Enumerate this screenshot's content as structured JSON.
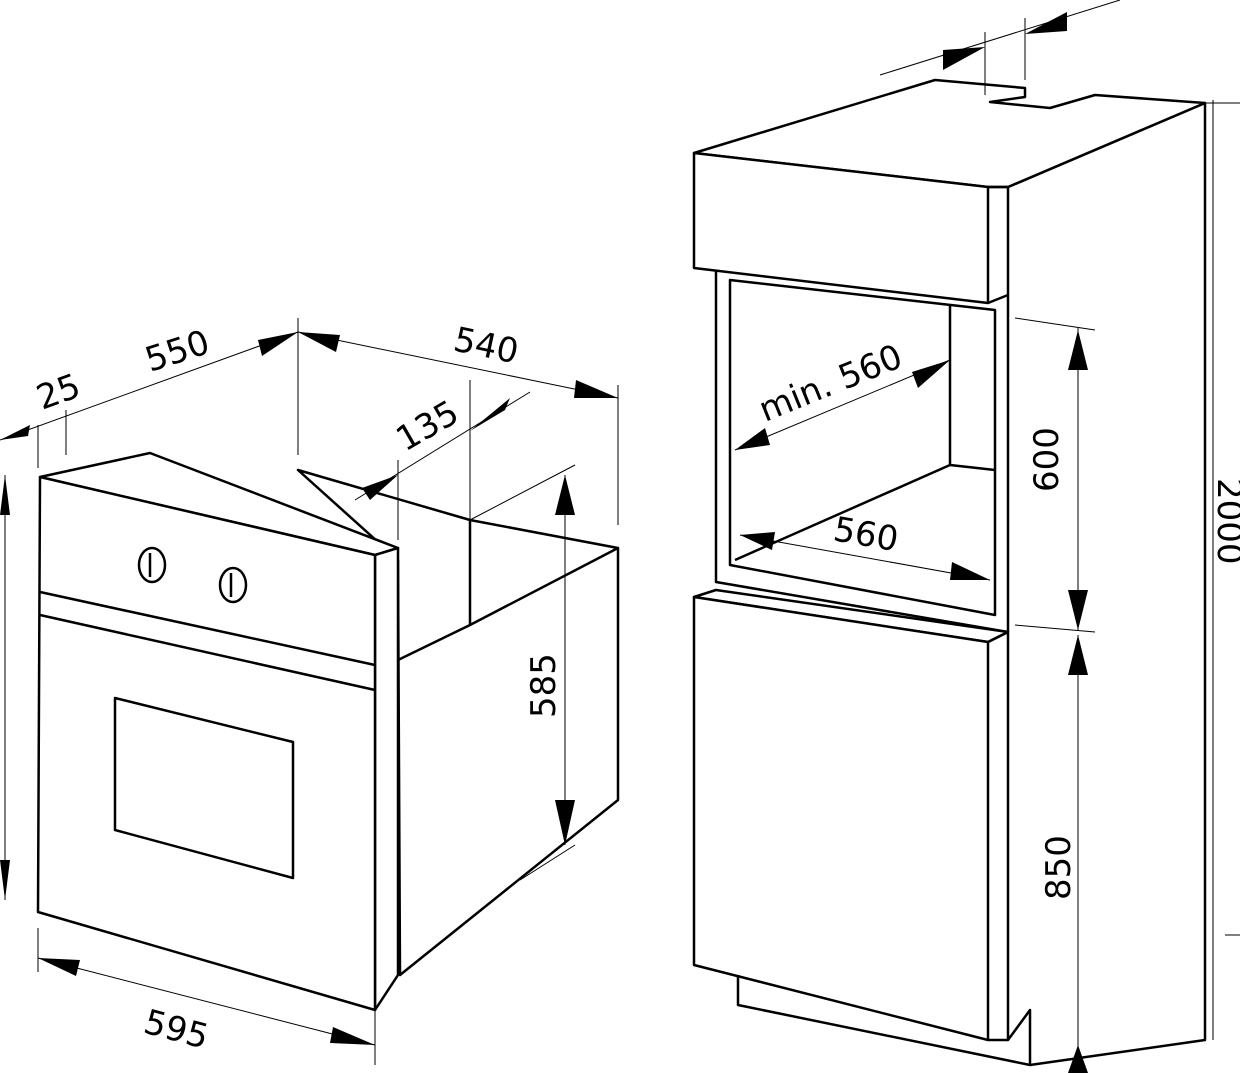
{
  "diagram": {
    "colors": {
      "line": "#000000",
      "background": "#ffffff"
    },
    "oven": {
      "dimensions": {
        "depth_total": "550",
        "front_panel_thickness": "25",
        "cabinet_depth": "540",
        "rear_offset": "135",
        "body_height": "585",
        "width": "595"
      },
      "knob_icon": "rotary-knob"
    },
    "cabinet": {
      "dimensions": {
        "niche_depth": "min. 560",
        "niche_width": "560",
        "niche_height": "600",
        "base_height": "850",
        "total_height": "2000"
      }
    }
  }
}
